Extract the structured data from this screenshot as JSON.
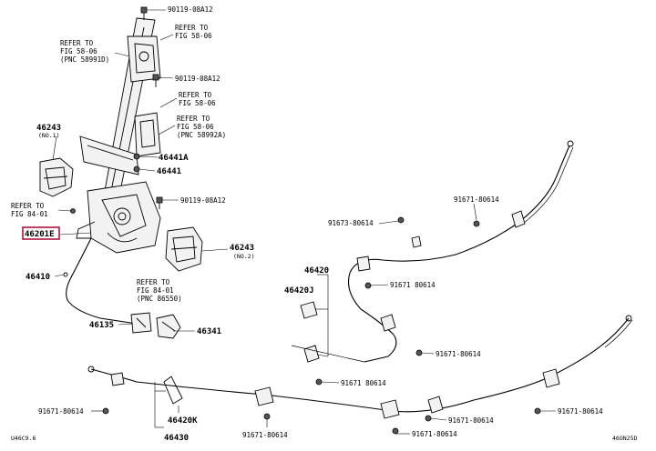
{
  "labels": {
    "bolt_top": "90119-08A12",
    "refer_top_right_1": "REFER TO",
    "refer_top_right_2": "FIG 58-06",
    "refer_top_left_1": "REFER TO",
    "refer_top_left_2": "FIG 58-06",
    "refer_top_left_3": "(PNC 58991D)",
    "bolt_mid": "90119-08A12",
    "refer_mid_1": "REFER TO",
    "refer_mid_2": "FIG 58-06",
    "refer_mid2_1": "REFER TO",
    "refer_mid2_2": "FIG 58-06",
    "refer_mid2_3": "(PNC 58992A)",
    "p46243_left": "46243",
    "p46243_left_sub": "(NO.1)",
    "p46441A": "46441A",
    "p46441": "46441",
    "bolt_low": "90119-08A12",
    "refer_left_1": "REFER TO",
    "refer_left_2": "FIG 84-01",
    "p46201": "46201E",
    "p46243_right": "46243",
    "p46243_right_sub": "(NO.2)",
    "p46410": "46410",
    "refer_low_1": "REFER TO",
    "refer_low_2": "FIG 84-01",
    "refer_low_3": "(PNC 86550)",
    "p46135": "46135",
    "p46341": "46341",
    "c91671_r1": "91671-80614",
    "c91673": "91673-80614",
    "p46420": "46420",
    "p46420J": "46420J",
    "c91671_r2": "91671 80614",
    "c91671_r3": "91671-80614",
    "c91671_r4": "91671 80614",
    "c91671_l": "91671-80614",
    "p46420K": "46420K",
    "p46430": "46430",
    "c91671_b1": "91671-80614",
    "c91671_b2": "91671-80614",
    "c91671_b3": "91671-80614",
    "c91671_b4": "91671-80614",
    "corner_left": "U46C9.6",
    "corner_right": "46ON25D"
  }
}
